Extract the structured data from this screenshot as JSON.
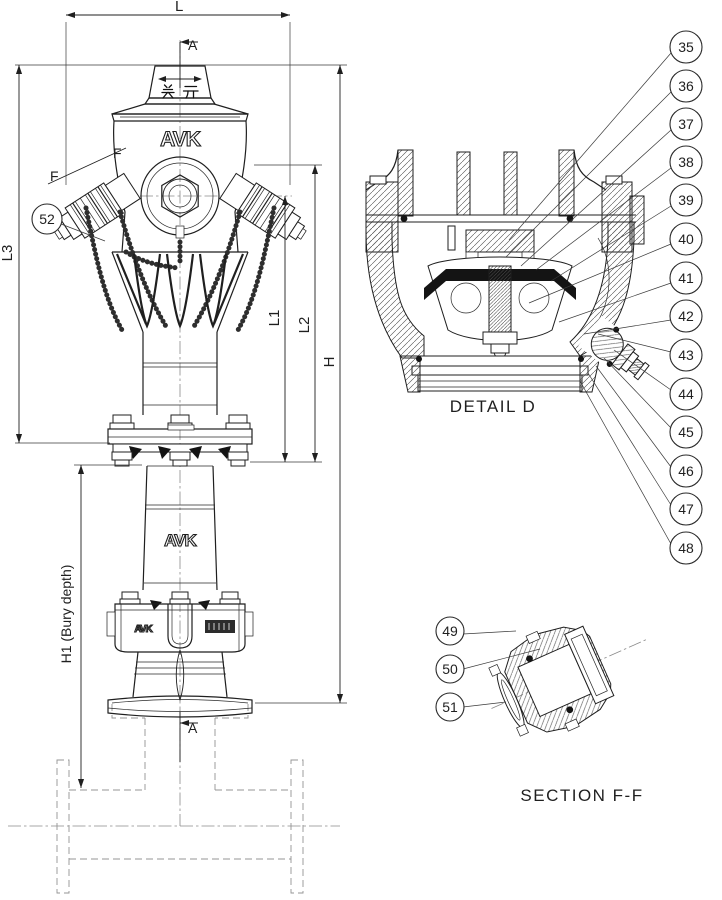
{
  "main_view": {
    "brand_logo": "AVK",
    "bonnet_marking": "关 开",
    "dims": {
      "L": "L",
      "L1": "L1",
      "L2": "L2",
      "L3": "L3",
      "H": "H",
      "H1": "H1 (Bury depth)"
    },
    "section_a": "A",
    "section_f": "F",
    "balloon_52": "52"
  },
  "detail_d": {
    "title": "DETAIL D",
    "balloons": [
      "35",
      "36",
      "37",
      "38",
      "39",
      "40",
      "41",
      "42",
      "43",
      "44",
      "45",
      "46",
      "47",
      "48"
    ]
  },
  "section_ff": {
    "title": "SECTION F-F",
    "balloons": [
      "49",
      "50",
      "51"
    ]
  },
  "colors": {
    "line": "#1f1f1f",
    "dashed_pipe": "#949494",
    "rubber_seal": "#141414"
  }
}
